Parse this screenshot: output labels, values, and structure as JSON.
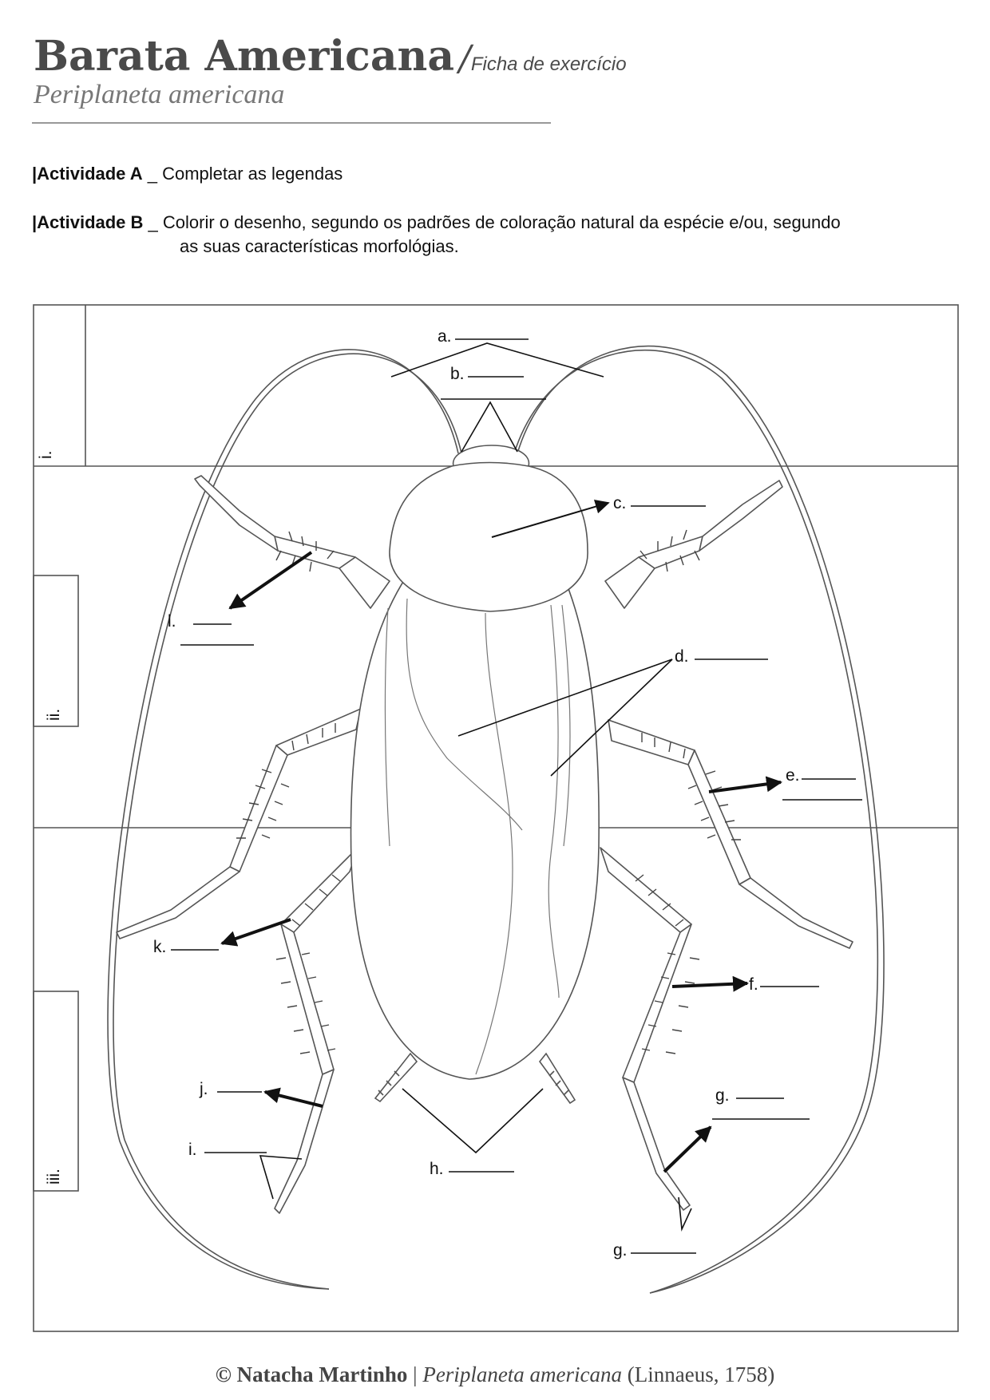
{
  "header": {
    "title": "Barata Americana",
    "slash": "/",
    "subtitle": "Ficha de exercício",
    "scientific_name": "Periplaneta americana"
  },
  "activities": [
    {
      "label": "|Actividade A",
      "text": " _ Completar as legendas"
    },
    {
      "label": "|Actividade B",
      "text": " _ Colorir o desenho, segundo os padrões de coloração natural da espécie e/ou, segundo",
      "continuation": "as suas características morfológias."
    }
  ],
  "sections": [
    "i.",
    "ii.",
    "iii."
  ],
  "labels": {
    "a": "a.",
    "b": "b.",
    "c": "c.",
    "d": "d.",
    "e": "e.",
    "f": "f.",
    "g1": "g.",
    "g2": "g.",
    "h": "h.",
    "i": "i.",
    "j": "j.",
    "k": "k.",
    "l": "l."
  },
  "footer": {
    "copyright": "© Natacha Martinho",
    "separator": " | ",
    "species": "Periplaneta americana",
    "authority": " (Linnaeus, 1758)"
  }
}
